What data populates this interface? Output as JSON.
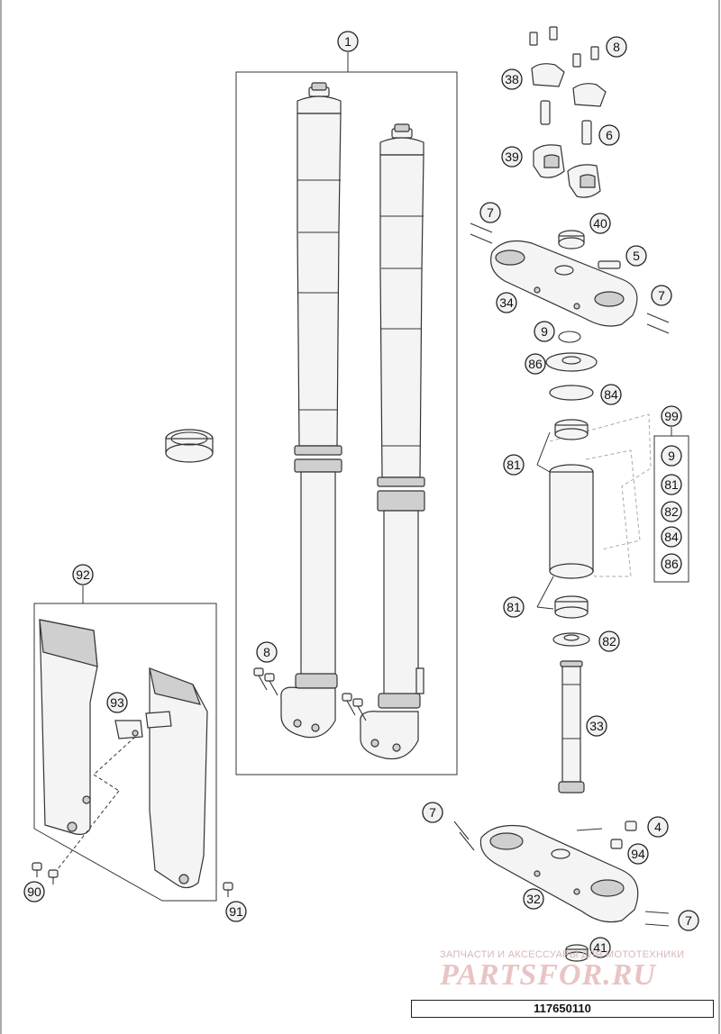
{
  "diagram": {
    "callouts": [
      {
        "id": "c1",
        "label": "1"
      },
      {
        "id": "c8a",
        "label": "8"
      },
      {
        "id": "c38",
        "label": "38"
      },
      {
        "id": "c6",
        "label": "6"
      },
      {
        "id": "c39",
        "label": "39"
      },
      {
        "id": "c7a",
        "label": "7"
      },
      {
        "id": "c40",
        "label": "40"
      },
      {
        "id": "c5",
        "label": "5"
      },
      {
        "id": "c34",
        "label": "34"
      },
      {
        "id": "c7b",
        "label": "7"
      },
      {
        "id": "c9a",
        "label": "9"
      },
      {
        "id": "c86a",
        "label": "86"
      },
      {
        "id": "c84a",
        "label": "84"
      },
      {
        "id": "c99",
        "label": "99"
      },
      {
        "id": "c9b",
        "label": "9"
      },
      {
        "id": "c81a",
        "label": "81"
      },
      {
        "id": "c81b",
        "label": "81"
      },
      {
        "id": "c82a",
        "label": "82"
      },
      {
        "id": "c84b",
        "label": "84"
      },
      {
        "id": "c86b",
        "label": "86"
      },
      {
        "id": "c81c",
        "label": "81"
      },
      {
        "id": "c82b",
        "label": "82"
      },
      {
        "id": "c33",
        "label": "33"
      },
      {
        "id": "c92",
        "label": "92"
      },
      {
        "id": "c8b",
        "label": "8"
      },
      {
        "id": "c93",
        "label": "93"
      },
      {
        "id": "c90",
        "label": "90"
      },
      {
        "id": "c91",
        "label": "91"
      },
      {
        "id": "c7c",
        "label": "7"
      },
      {
        "id": "c4",
        "label": "4"
      },
      {
        "id": "c94",
        "label": "94"
      },
      {
        "id": "c32",
        "label": "32"
      },
      {
        "id": "c7d",
        "label": "7"
      },
      {
        "id": "c41",
        "label": "41"
      }
    ]
  },
  "watermark": {
    "tagline": "ЗАПЧАСТИ И АКСЕССУАРЫ ДЛЯ МОТОТЕХНИКИ",
    "logo": "PARTSFOR.RU"
  },
  "drawing_number": "117650110"
}
